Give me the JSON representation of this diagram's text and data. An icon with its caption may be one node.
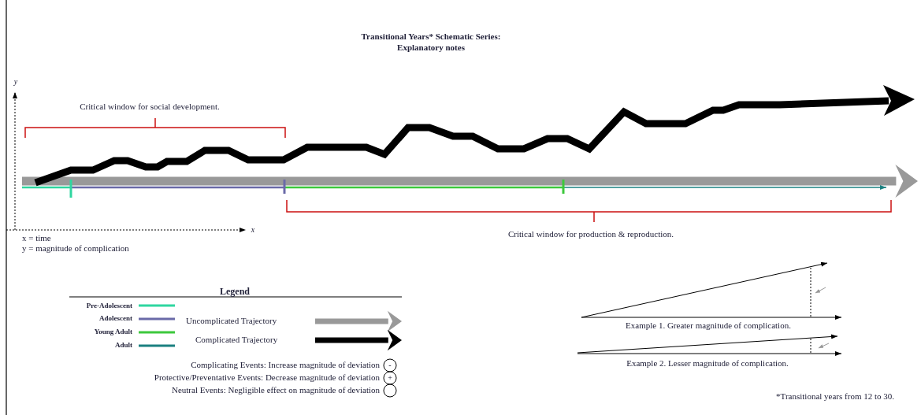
{
  "diagram": {
    "title": "Transitional Years* Schematic Series: Explanatory notes",
    "labels": [
      "y",
      "Critical window for social development.",
      "x",
      "x = time",
      "y = magnitude of complication",
      "Critical window for production & reproduction.",
      "Legend",
      "-",
      "+",
      "Example 1. Greater magnitude of complication.",
      "Example 2. Lesser magnitude of complication.",
      "*Transitional years from 12 to 30."
    ],
    "legend": [
      {
        "text": "Pre-Adolescent",
        "color": "#2fd6a0"
      },
      {
        "text": "Adolescent",
        "color": "#6a6aa8"
      },
      {
        "text": "Young Adult",
        "color": "#3cc83c"
      },
      {
        "text": "Adult",
        "color": "#1a8080"
      },
      {
        "text": "Uncomplicated Trajectory"
      },
      {
        "text": "Complicated Trajectory"
      },
      {
        "text": "Complicating Events: Increase magnitude of deviation"
      },
      {
        "text": "Protective/Preventative Events: Decrease magnitude of deviation"
      },
      {
        "text": "Neutral Events: Negligible effect on magnitude of deviation"
      }
    ]
  }
}
